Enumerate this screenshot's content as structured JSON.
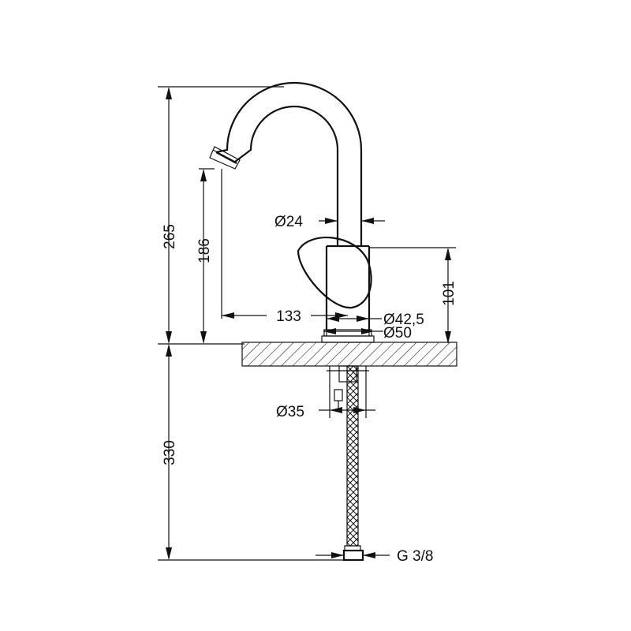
{
  "drawing": {
    "line_color": "#111111",
    "background": "#ffffff",
    "dimensions": {
      "total_height_above": "265",
      "spout_height": "186",
      "handle_height": "101",
      "spout_reach": "133",
      "below_deck": "330"
    },
    "diameters": {
      "body": "Ø24",
      "base_inner": "Ø42,5",
      "base_outer": "Ø50",
      "shank": "Ø35"
    },
    "connection": {
      "thread": "G 3/8"
    }
  }
}
